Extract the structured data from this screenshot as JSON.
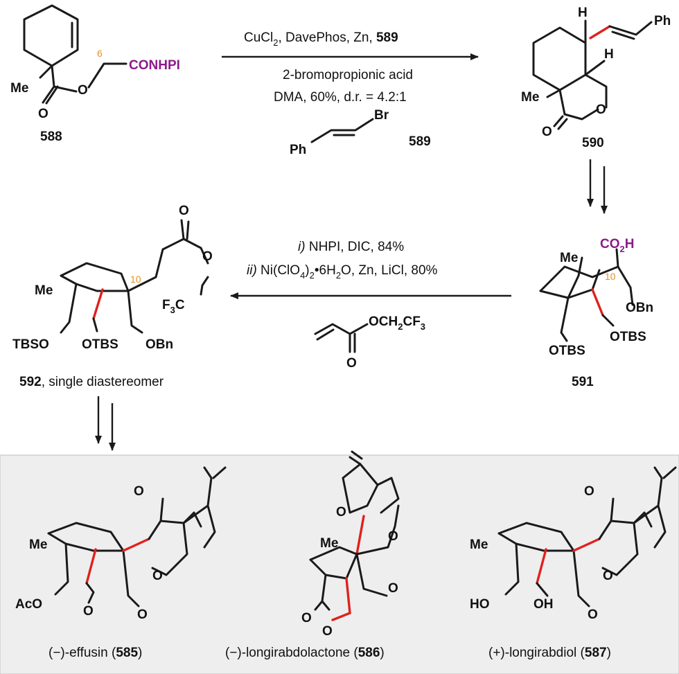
{
  "top_reaction": {
    "conditions_line1_prefix": "CuCl",
    "conditions_line1_sub": "2",
    "conditions_line1_mid": ", DavePhos, Zn, ",
    "conditions_line1_ref": "589",
    "conditions_line2": "2-bromopropionic acid",
    "conditions_line3": "DMA, 60%, d.r. = 4.2:1",
    "reagent_ph": "Ph",
    "reagent_br": "Br",
    "reagent_label": "589"
  },
  "compound_588": {
    "label": "588",
    "me": "Me",
    "o_carbonyl": "O",
    "o_ester": "O",
    "position": "6",
    "group": "CONHPI"
  },
  "compound_590": {
    "label": "590",
    "h1": "H",
    "h2": "H",
    "ph": "Ph",
    "me": "Me",
    "o_carbonyl": "O",
    "o_ring": "O"
  },
  "compound_591": {
    "label": "591",
    "me": "Me",
    "co2h_prefix": "CO",
    "co2h_sub": "2",
    "co2h_suffix": "H",
    "position": "10",
    "obn": "OBn",
    "otbs1": "OTBS",
    "otbs2": "OTBS"
  },
  "middle_reaction": {
    "step1_roman": "i)",
    "step1": " NHPI, DIC, 84%",
    "step2_roman": "ii)",
    "step2_a": " Ni(ClO",
    "step2_sub": "4",
    "step2_b": ")",
    "step2_sub2": "2",
    "step2_c": "•6H",
    "step2_sub3": "2",
    "step2_d": "O, Zn, LiCl, 80%",
    "acrylate_group_prefix": "OCH",
    "acrylate_group_sub1": "2",
    "acrylate_group_mid": "CF",
    "acrylate_group_sub2": "3",
    "acrylate_o": "O"
  },
  "compound_592": {
    "label_num": "592",
    "label_text": ", single diastereomer",
    "me": "Me",
    "position": "10",
    "o_top": "O",
    "o_ester": "O",
    "cf3_prefix": "F",
    "cf3_sub": "3",
    "cf3_suffix": "C",
    "tbso": "TBSO",
    "otbs": "OTBS",
    "obn": "OBn"
  },
  "products": [
    {
      "name_prefix": "(−)-effusin (",
      "num": "585",
      "name_suffix": ")",
      "me": "Me",
      "aco": "AcO",
      "o1": "O",
      "o2": "O",
      "o3": "O",
      "o4": "O"
    },
    {
      "name_prefix": "(−)-longirabdolactone (",
      "num": "586",
      "name_suffix": ")",
      "me": "Me",
      "o1": "O",
      "o2": "O",
      "o3": "O",
      "o4": "O",
      "o5": "O"
    },
    {
      "name_prefix": "(+)-longirabdiol (",
      "num": "587",
      "name_suffix": ")",
      "me": "Me",
      "ho": "HO",
      "oh": "OH",
      "o1": "O",
      "o2": "O",
      "o3": "O"
    }
  ],
  "colors": {
    "highlight_bond": "#e0211b",
    "functional_group": "#8b1a8d",
    "position_number": "#e89023",
    "panel": "#eeeeee"
  }
}
